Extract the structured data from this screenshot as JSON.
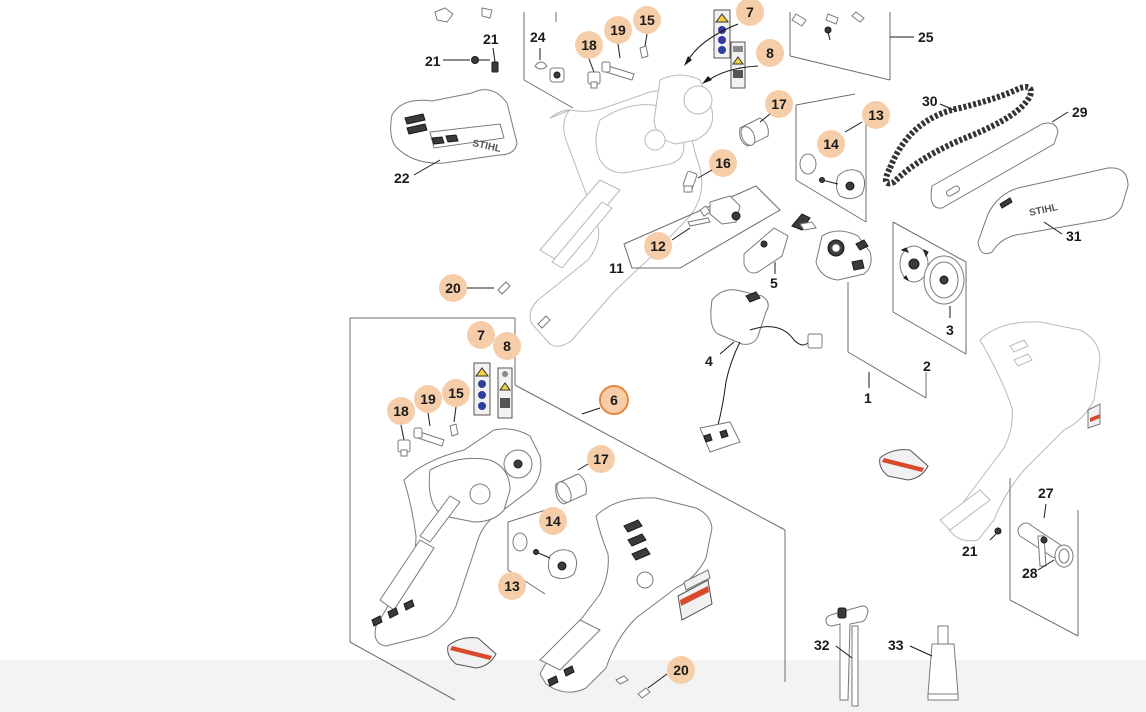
{
  "callouts": {
    "c1": "1",
    "c2": "2",
    "c3": "3",
    "c4": "4",
    "c5": "5",
    "c6": "6",
    "c7a": "7",
    "c7b": "7",
    "c8a": "8",
    "c8b": "8",
    "c11": "11",
    "c12": "12",
    "c13a": "13",
    "c13b": "13",
    "c14a": "14",
    "c14b": "14",
    "c15a": "15",
    "c15b": "15",
    "c16": "16",
    "c17a": "17",
    "c17b": "17",
    "c18a": "18",
    "c18b": "18",
    "c19a": "19",
    "c19b": "19",
    "c20a": "20",
    "c20b": "20",
    "c21a": "21",
    "c21b": "21",
    "c21c": "21",
    "c22": "22",
    "c24": "24",
    "c25": "25",
    "c27": "27",
    "c28": "28",
    "c29": "29",
    "c30": "30",
    "c31": "31",
    "c32": "32",
    "c33": "33"
  },
  "brand": {
    "logo_text": "STIHL"
  },
  "colors": {
    "callout_fill": "#f6cda9",
    "callout_active_stroke": "#e8863a",
    "label_blue": "#2f3d9c",
    "warning_yellow": "#f4d03f",
    "accent_red": "#d84a2b"
  }
}
